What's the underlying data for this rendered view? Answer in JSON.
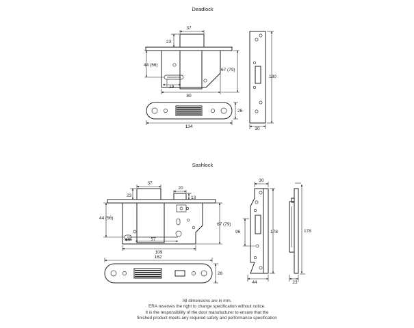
{
  "deadlock": {
    "title": "Deadlock",
    "dims": {
      "bolt_width": "37",
      "bolt_projection": "23",
      "backset": "44 (56)",
      "key_offset": "19",
      "case_width": "80",
      "case_height": "67 (79)",
      "forend_height": "180",
      "forend_width": "30",
      "strike_length": "134",
      "strike_height": "26"
    }
  },
  "sashlock": {
    "title": "Sashlock",
    "dims": {
      "bolt_width": "37",
      "bolt_projection": "23",
      "latch_width": "20",
      "latch_projection": "13",
      "backset": "44 (56)",
      "key_offset": "19",
      "centres": "57",
      "case_width": "109",
      "case_height": "67 (79)",
      "forend_width": "30",
      "centre_distance": "96",
      "forend_height": "178",
      "forend_side_width": "44",
      "side_height": "178",
      "side_depth": "23",
      "strike_length": "162",
      "strike_height": "26"
    }
  },
  "notes": [
    "All dimensions are in mm.",
    "ERA reserves the right to change specification without notice.",
    "It is the responsibility of the door manufacturer to ensure that the",
    "finished product meets any required safety and performance specification"
  ]
}
